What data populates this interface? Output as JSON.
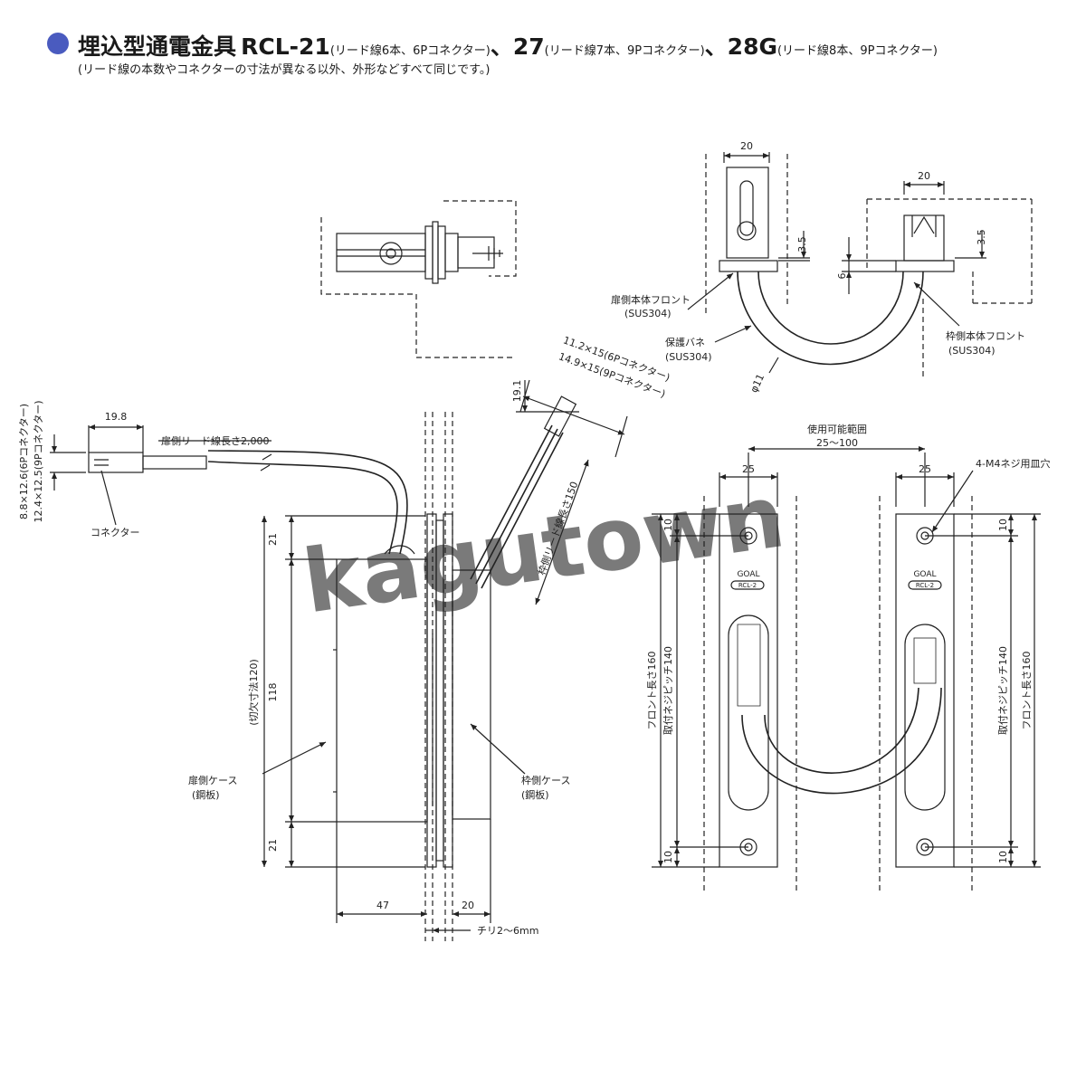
{
  "header": {
    "bullet_color": "#4a5bbf",
    "title": "埋込型通電金具",
    "model_a": "RCL-21",
    "model_a_note": "(リード線6本、6Pコネクター)",
    "sep_a": "、",
    "model_b": "27",
    "model_b_note": "(リード線7本、9Pコネクター)",
    "sep_b": "、",
    "model_c": "28G",
    "model_c_note": "(リード線8本、9Pコネクター)",
    "subtitle": "(リード線の本数やコネクターの寸法が異なる以外、外形などすべて同じです。)"
  },
  "watermark": "kagutown",
  "labels": {
    "dim_20_top_left": "20",
    "dim_20_top_right": "20",
    "dim_35_left": "3.5",
    "dim_35_right": "3.5",
    "dim_6": "6",
    "door_front": "扉側本体フロント",
    "door_front_mat": "(SUS304)",
    "spring": "保護バネ",
    "spring_mat": "(SUS304)",
    "frame_front": "枠側本体フロント",
    "frame_front_mat": "(SUS304)",
    "phi11": "φ11",
    "conn_6p": "11.2×15(6Pコネクター)",
    "conn_9p": "14.9×15(9Pコネクター)",
    "dim_191": "19.1",
    "dim_198": "19.8",
    "door_lead": "扉側リード線長さ2,000",
    "conn_h_6p": "8.8×12.6(6Pコネクター)",
    "conn_h_9p": "12.4×12.5(9Pコネクター)",
    "connector": "コネクター",
    "frame_lead": "枠側リード線長さ150",
    "dim_21_top": "21",
    "dim_21_bot": "21",
    "dim_118": "118",
    "cutout": "(切欠寸法120)",
    "door_case": "扉側ケース",
    "door_case_mat": "(鋼板)",
    "frame_case": "枠側ケース",
    "frame_case_mat": "(鋼板)",
    "dim_47": "47",
    "dim_20_bottom": "20",
    "clearance": "チリ2〜6mm",
    "usable_range": "使用可能範囲",
    "usable_range_val": "25〜100",
    "dim_25_left": "25",
    "dim_25_right": "25",
    "screw_holes": "4-M4ネジ用皿穴",
    "dim_10_lt": "10",
    "dim_10_lb": "10",
    "dim_10_rt": "10",
    "dim_10_rb": "10",
    "front_len_left": "フロント長さ160",
    "pitch_left": "取付ネジピッチ140",
    "pitch_right": "取付ネジピッチ140",
    "front_len_right": "フロント長さ160",
    "brand": "GOAL",
    "plate_model": "RCL-2"
  }
}
